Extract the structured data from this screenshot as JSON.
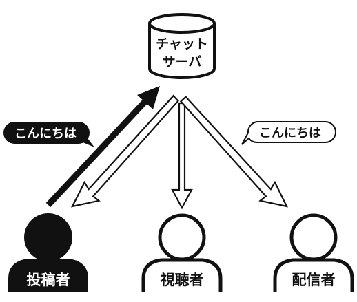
{
  "server": {
    "label_line1": "チャット",
    "label_line2": "サーバ"
  },
  "bubble_sent": {
    "text": "こんにちは"
  },
  "bubble_received": {
    "text": "こんにちは"
  },
  "people": {
    "poster": {
      "label": "投稿者",
      "style": "filled"
    },
    "viewer": {
      "label": "視聴者",
      "style": "outline"
    },
    "distributor": {
      "label": "配信者",
      "style": "outline"
    }
  },
  "colors": {
    "ink": "#111111",
    "paper": "#ffffff"
  }
}
